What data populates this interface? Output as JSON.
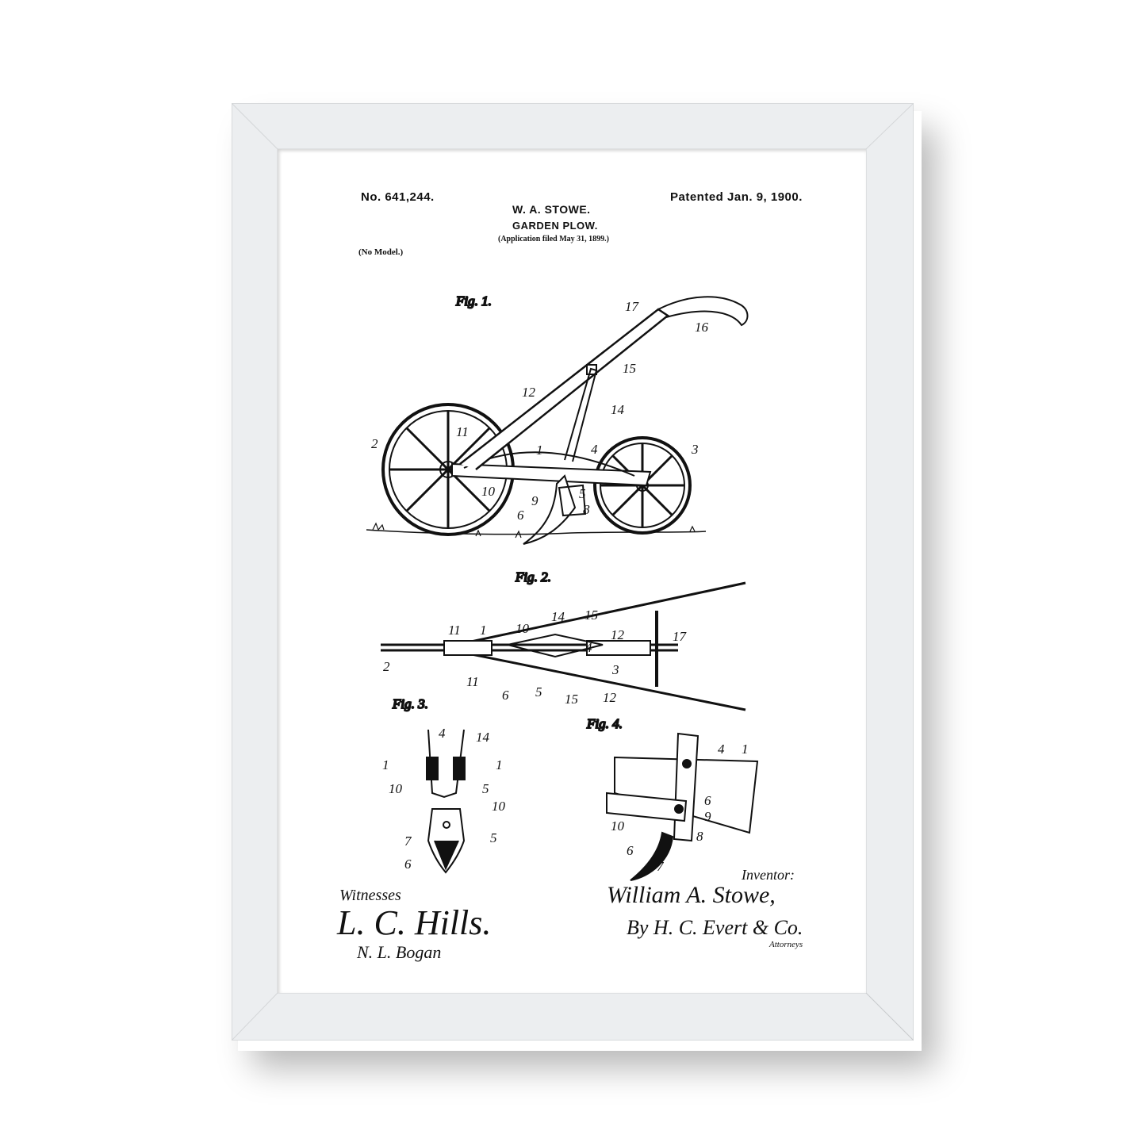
{
  "patent": {
    "number": "No. 641,244.",
    "date": "Patented Jan. 9, 1900.",
    "inventor_name": "W. A. STOWE.",
    "title": "GARDEN PLOW.",
    "application": "(Application filed May 31, 1899.)",
    "model_note": "(No Model.)"
  },
  "figures": {
    "fig1": {
      "label": "Fig. 1.",
      "parts": [
        "17",
        "16",
        "15",
        "12",
        "14",
        "2",
        "11",
        "1",
        "4",
        "3",
        "10",
        "9",
        "5",
        "8",
        "6"
      ]
    },
    "fig2": {
      "label": "Fig. 2.",
      "parts": [
        "14",
        "15",
        "11",
        "1",
        "10",
        "12",
        "17",
        "4",
        "2",
        "3",
        "11",
        "6",
        "5",
        "15",
        "12"
      ]
    },
    "fig3": {
      "label": "Fig. 3.",
      "parts": [
        "4",
        "14",
        "1",
        "1",
        "5",
        "10",
        "10",
        "7",
        "5",
        "6"
      ]
    },
    "fig4": {
      "label": "Fig. 4.",
      "parts": [
        "4",
        "1",
        "6",
        "9",
        "8",
        "10",
        "6",
        "7"
      ]
    }
  },
  "signatures": {
    "witnesses_label": "Witnesses",
    "witness_1": "L. C. Hills.",
    "witness_2": "N. L. Bogan",
    "inventor_label": "Inventor:",
    "inventor_signature": "William A. Stowe,",
    "attorney": "By H. C. Evert & Co.",
    "attorneys_label": "Attorneys"
  },
  "colors": {
    "frame": "#eceef0",
    "mat": "#ffffff",
    "ink": "#111111"
  }
}
